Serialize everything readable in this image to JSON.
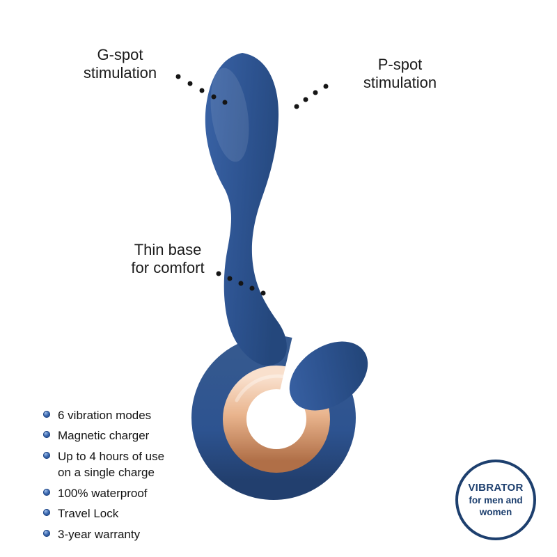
{
  "colors": {
    "product_blue": "#2d5390",
    "product_blue_dark": "#24477c",
    "copper_light": "#f9e0cd",
    "copper_mid": "#e9b48d",
    "copper_dark": "#b06f47",
    "badge_navy": "#1d3f6e",
    "text": "#161616"
  },
  "callouts": {
    "gspot": {
      "line1": "G-spot",
      "line2": "stimulation"
    },
    "pspot": {
      "line1": "P-spot",
      "line2": "stimulation"
    },
    "thin_base": {
      "line1": "Thin base",
      "line2": "for comfort"
    }
  },
  "features": {
    "items": [
      {
        "text": "6 vibration modes"
      },
      {
        "text": "Magnetic charger"
      },
      {
        "text": "Up to 4 hours of use on a single charge"
      },
      {
        "text": "100% waterproof"
      },
      {
        "text": "Travel Lock"
      },
      {
        "text": "3-year warranty"
      }
    ]
  },
  "badge": {
    "line1": "VIBRATOR",
    "line2": "for men and",
    "line3": "women"
  }
}
